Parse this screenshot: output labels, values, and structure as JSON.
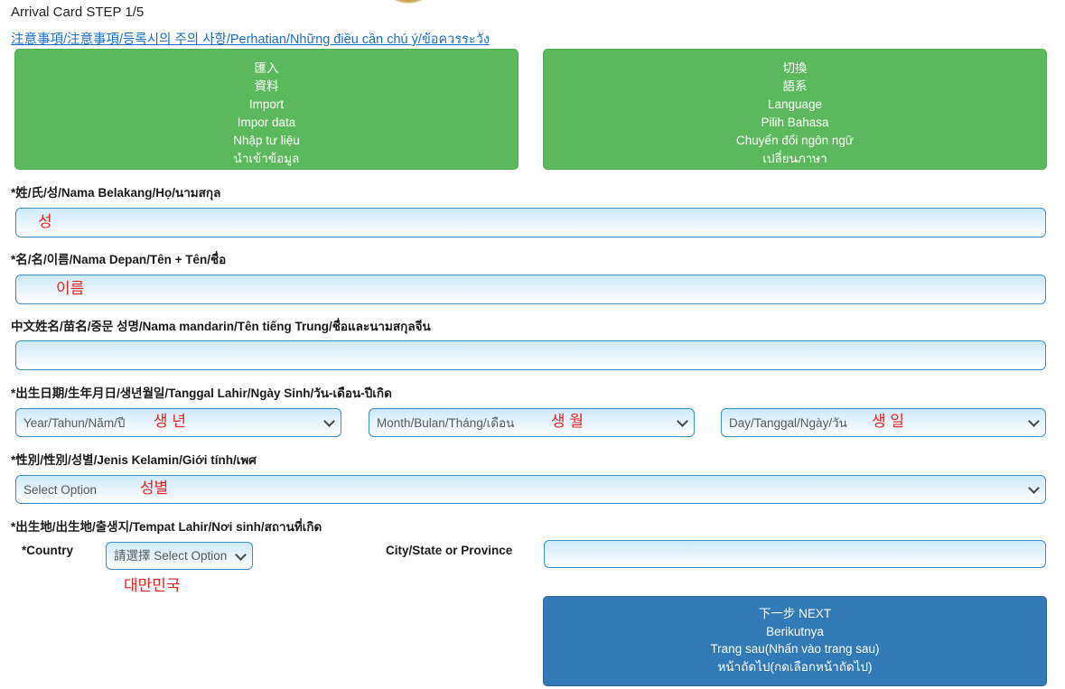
{
  "header": {
    "step_title": "Arrival Card STEP 1/5",
    "notice_link": "注意事項/注意事項/등록시의 주의 사항/Perhatian/Những điều cần chú ý/ข้อควรระวัง"
  },
  "top_buttons": {
    "import": {
      "lines": [
        "匯入",
        "資料",
        "Import",
        "Impor data",
        "Nhập tư liệu",
        "นำเข้าข้อมูล"
      ],
      "color": "#5cb85c"
    },
    "language": {
      "lines": [
        "切換",
        "語系",
        "Language",
        "Pilih Bahasa",
        "Chuyển đổi ngôn ngữ",
        "เปลี่ยนภาษา"
      ],
      "color": "#5cb85c"
    }
  },
  "form": {
    "surname": {
      "label": "*姓/氏/성/Nama Belakang/Họ/นามสกุล",
      "value": "",
      "placeholder": "",
      "annotation": "성"
    },
    "given_name": {
      "label": "*名/名/이름/Nama Depan/Tên + Tên/ชื่อ",
      "value": "",
      "placeholder": "",
      "annotation": "이름"
    },
    "chinese_name": {
      "label": "中文姓名/苗名/중문 성명/Nama mandarin/Tên tiếng Trung/ชื่อและนามสกุลจีน",
      "value": "",
      "placeholder": ""
    },
    "birth_date": {
      "label": "*出生日期/生年月日/생년월일/Tanggal Lahir/Ngày Sinh/วัน-เดือน-ปีเกิด",
      "year": {
        "selected": "Year/Tahun/Năm/ปี",
        "annotation": "생 년"
      },
      "month": {
        "selected": "Month/Bulan/Tháng/เดือน",
        "annotation": "생 월"
      },
      "day": {
        "selected": "Day/Tanggal/Ngày/วัน",
        "annotation": "생 일"
      }
    },
    "gender": {
      "label": "*性別/性別/성별/Jenis Kelamin/Giới tính/เพศ",
      "selected": "Select Option",
      "annotation": "성별"
    },
    "birth_place": {
      "label": "*出生地/出生地/출생지/Tempat Lahir/Nơi sinh/สถานที่เกิด",
      "country_label": "*Country",
      "country_selected": "請選擇 Select Option",
      "country_annotation": "대만민국",
      "city_label": "City/State or Province",
      "city_value": "",
      "city_placeholder": ""
    }
  },
  "next_button": {
    "lines": [
      "下一步 NEXT",
      "Berikutnya",
      "Trang sau(Nhấn vào trang sau)",
      "หน้าถัดไป(กดเลือกหน้าถัดไป)"
    ],
    "color": "#3279b7"
  }
}
